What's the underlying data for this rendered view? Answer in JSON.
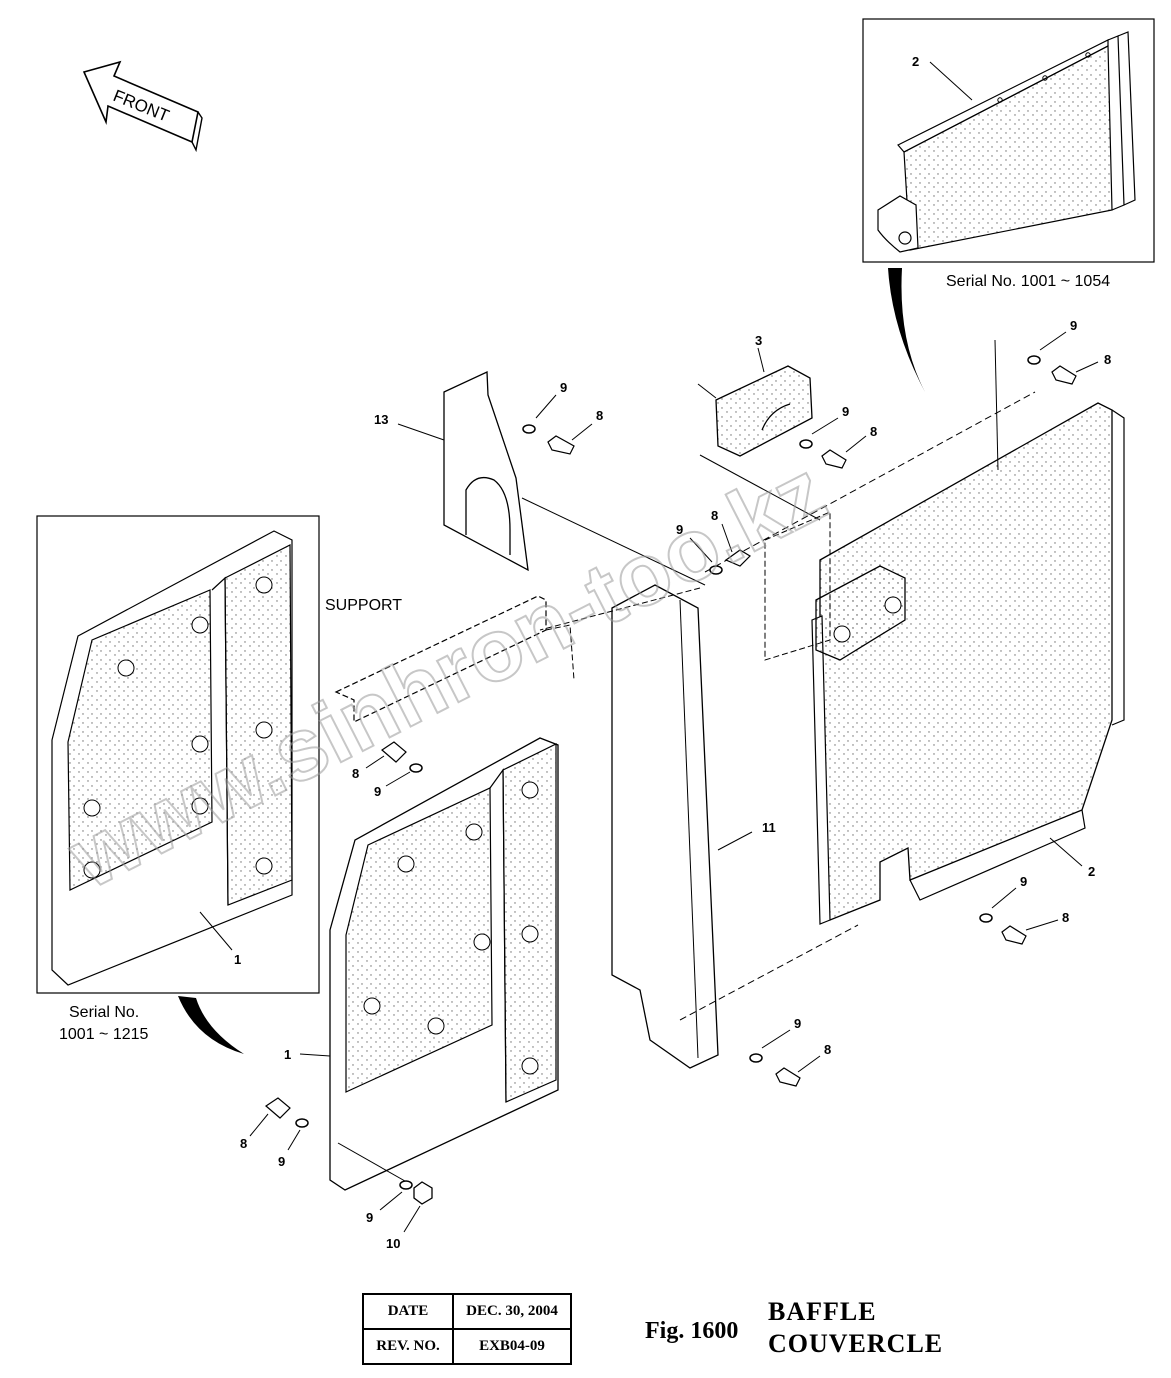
{
  "figure": {
    "number_label": "Fig. 1600",
    "title_en": "BAFFLE",
    "title_fr": "COUVERCLE"
  },
  "info_table": {
    "date_label": "DATE",
    "date_value": "DEC. 30, 2004",
    "rev_label": "REV. NO.",
    "rev_value": "EXB04-09"
  },
  "direction_arrow": {
    "label": "FRONT"
  },
  "notes": {
    "support": "SUPPORT",
    "serial_top": "Serial No. 1001 ~ 1054",
    "serial_left_line1": "Serial No.",
    "serial_left_line2": "1001 ~ 1215"
  },
  "watermark": "www.sinhron-too.kz",
  "callouts": [
    "1",
    "1",
    "2",
    "2",
    "3",
    "8",
    "8",
    "8",
    "8",
    "8",
    "8",
    "8",
    "8",
    "9",
    "9",
    "9",
    "9",
    "9",
    "9",
    "9",
    "9",
    "9",
    "10",
    "11",
    "13"
  ],
  "colors": {
    "line": "#000000",
    "stipple": "#6a6a6a",
    "watermark": "#9a9a9a"
  }
}
